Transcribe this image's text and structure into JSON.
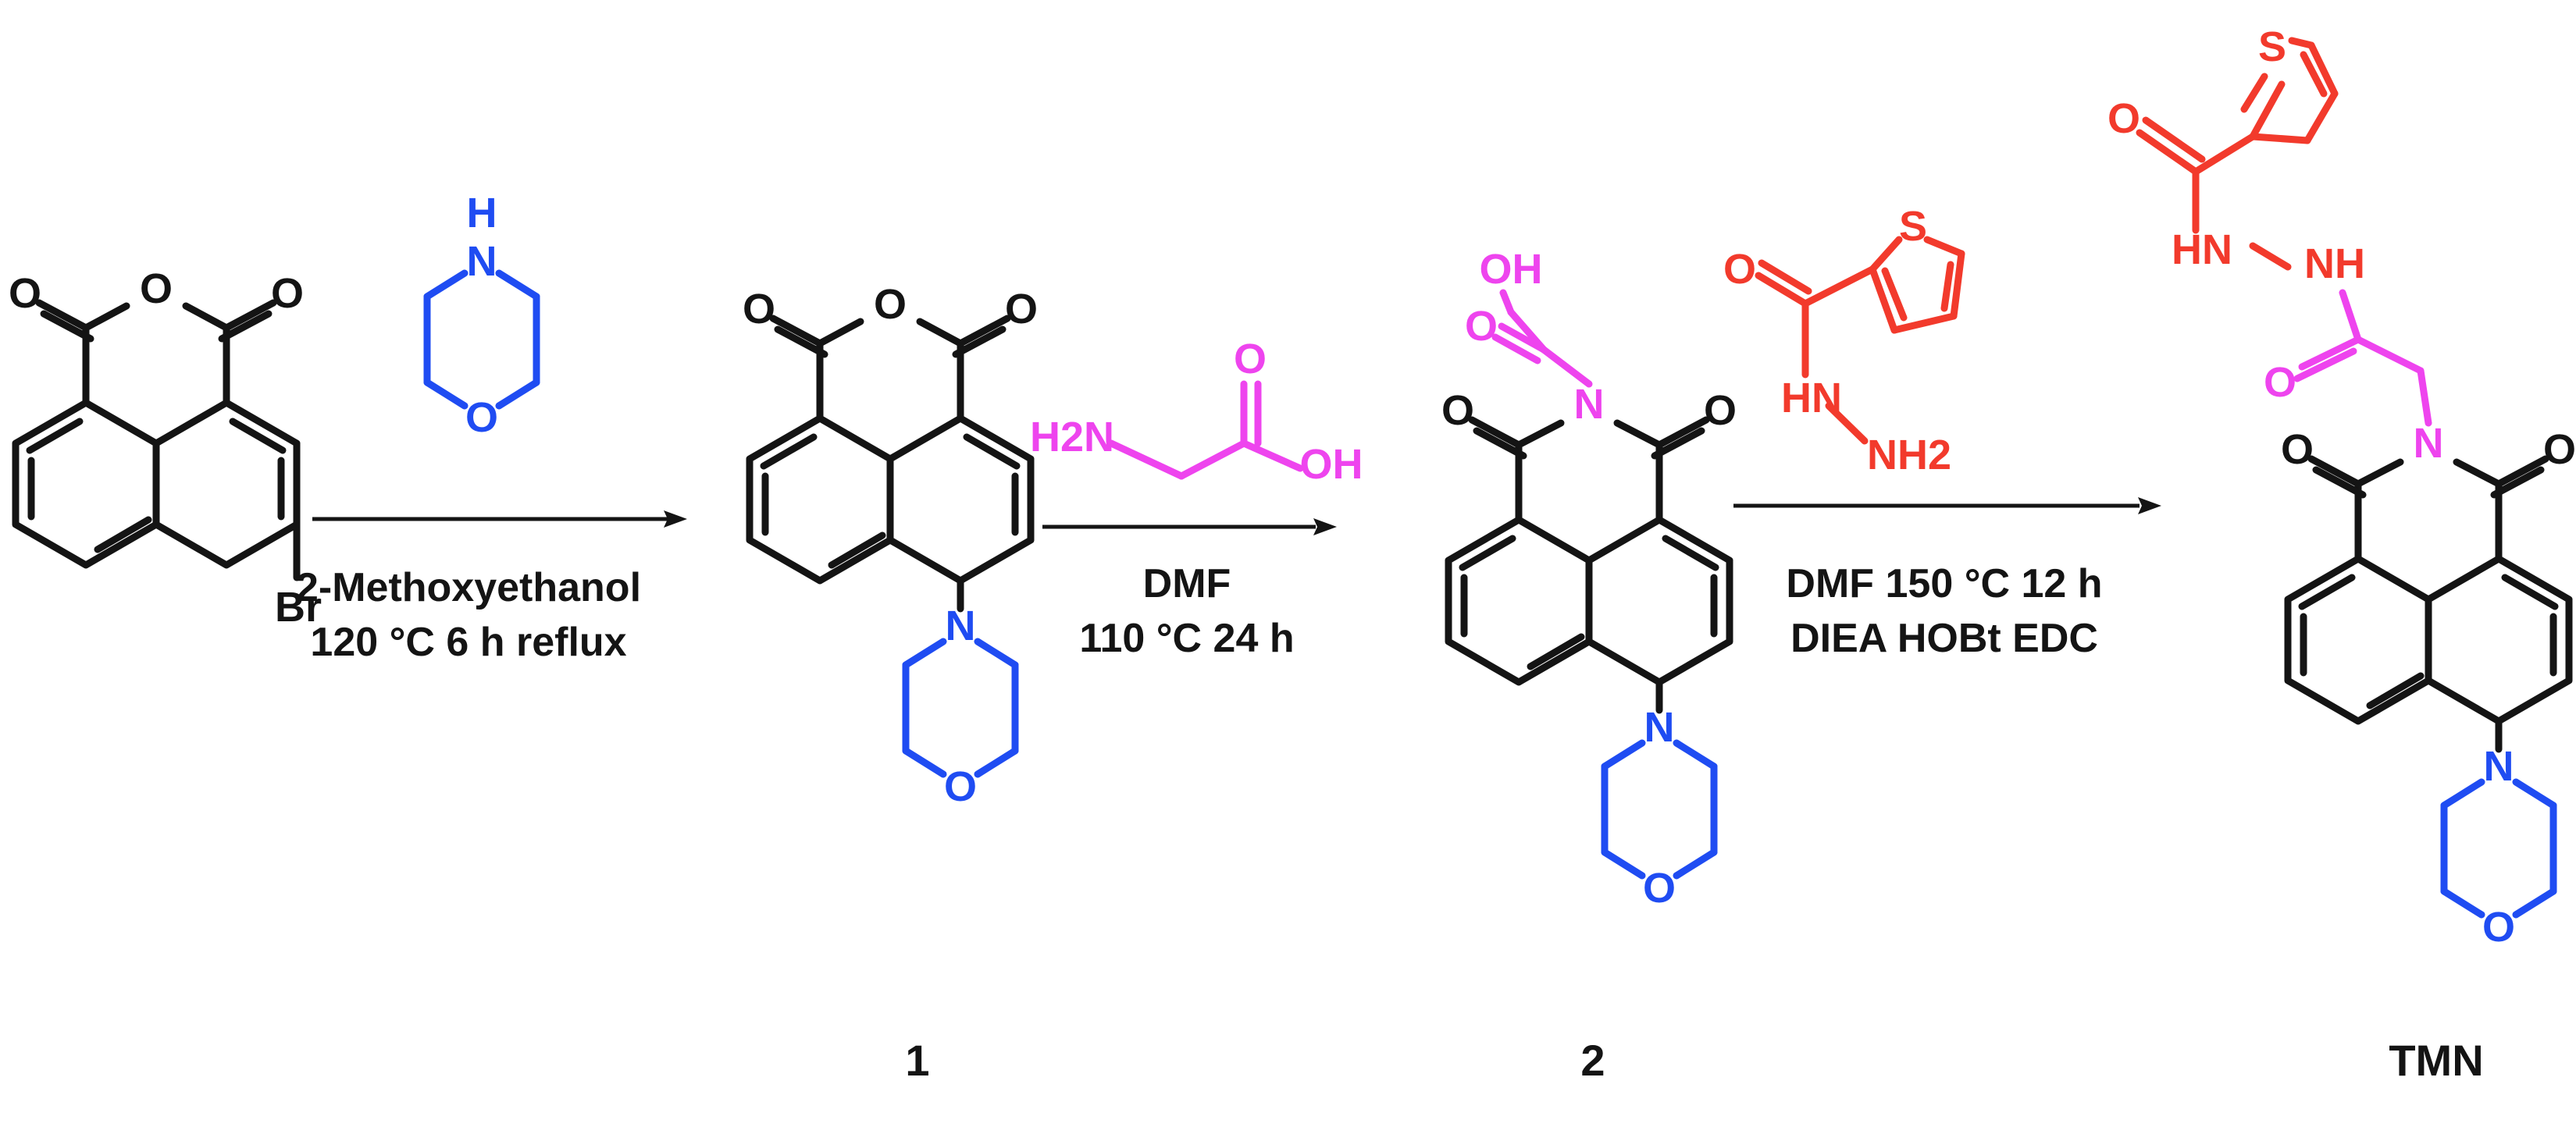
{
  "palette": {
    "black": "#141414",
    "morpholine": "#1f4cf2",
    "glycine": "#ee44ee",
    "thiophene": "#f23a2c"
  },
  "atoms": {
    "oxygen": "O",
    "nitrogen": "N",
    "nh": "H",
    "bromine": "Br",
    "sulfur": "S",
    "hydroxyl": "OH",
    "amine": "H2N",
    "hydrazine_nh": "HN",
    "hydrazine_nh2": "NH2",
    "imide_nh_a": "HN",
    "imide_nh_b": "NH"
  },
  "steps": [
    {
      "line1": "2-Methoxyethanol",
      "line2": "120 °C  6 h reflux"
    },
    {
      "line1": "DMF",
      "line2": "110 °C  24 h"
    },
    {
      "line1": "DMF 150 °C 12 h",
      "line2": "DIEA HOBt EDC"
    }
  ],
  "compounds": {
    "c1": "1",
    "c2": "2",
    "tmn": "TMN"
  }
}
